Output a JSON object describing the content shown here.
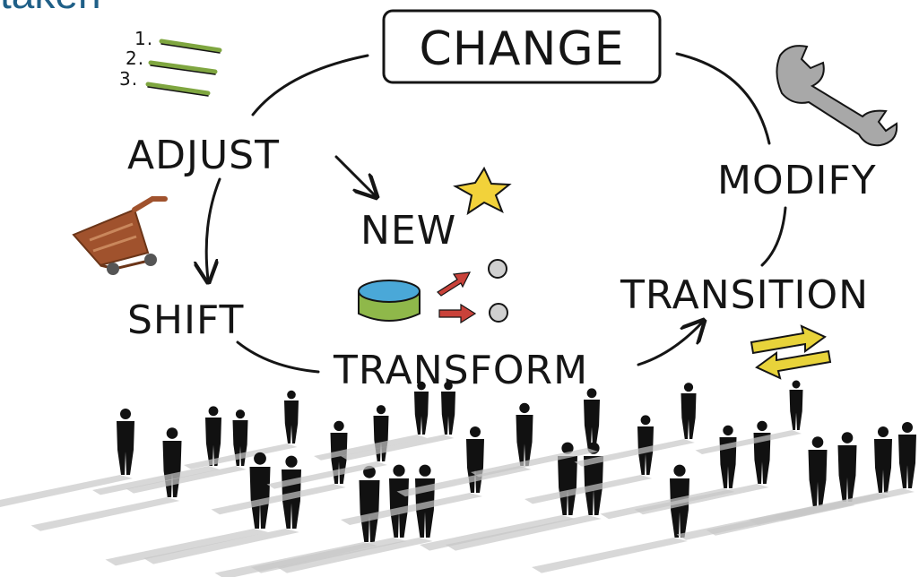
{
  "heading": {
    "partial_title": "taken"
  },
  "diagram": {
    "center_word": "CHANGE",
    "words": {
      "adjust": "ADJUST",
      "new": "NEW",
      "shift": "SHIFT",
      "transform": "TRANSFORM",
      "modify": "MODIFY",
      "transition": "TRANSITION"
    },
    "checklist_numbers": [
      "1.",
      "2.",
      "3."
    ]
  },
  "colors": {
    "title": "#1f5f87",
    "ink": "#151515",
    "cart": "#a0522d",
    "star": "#f2d23a",
    "cylinder_top": "#4aa8d8",
    "cylinder_side": "#8fb84a",
    "small_arrows": "#c9423a",
    "yellow_arrows": "#e8d33a",
    "checklist_lines": "#7fa640",
    "wrench": "#a8a8a8"
  },
  "icons": [
    "checklist-icon",
    "cart-icon",
    "star-icon",
    "cylinder-icon",
    "process-arrows-icon",
    "wrench-icon",
    "exchange-arrows-icon",
    "crowd-silhouettes"
  ]
}
